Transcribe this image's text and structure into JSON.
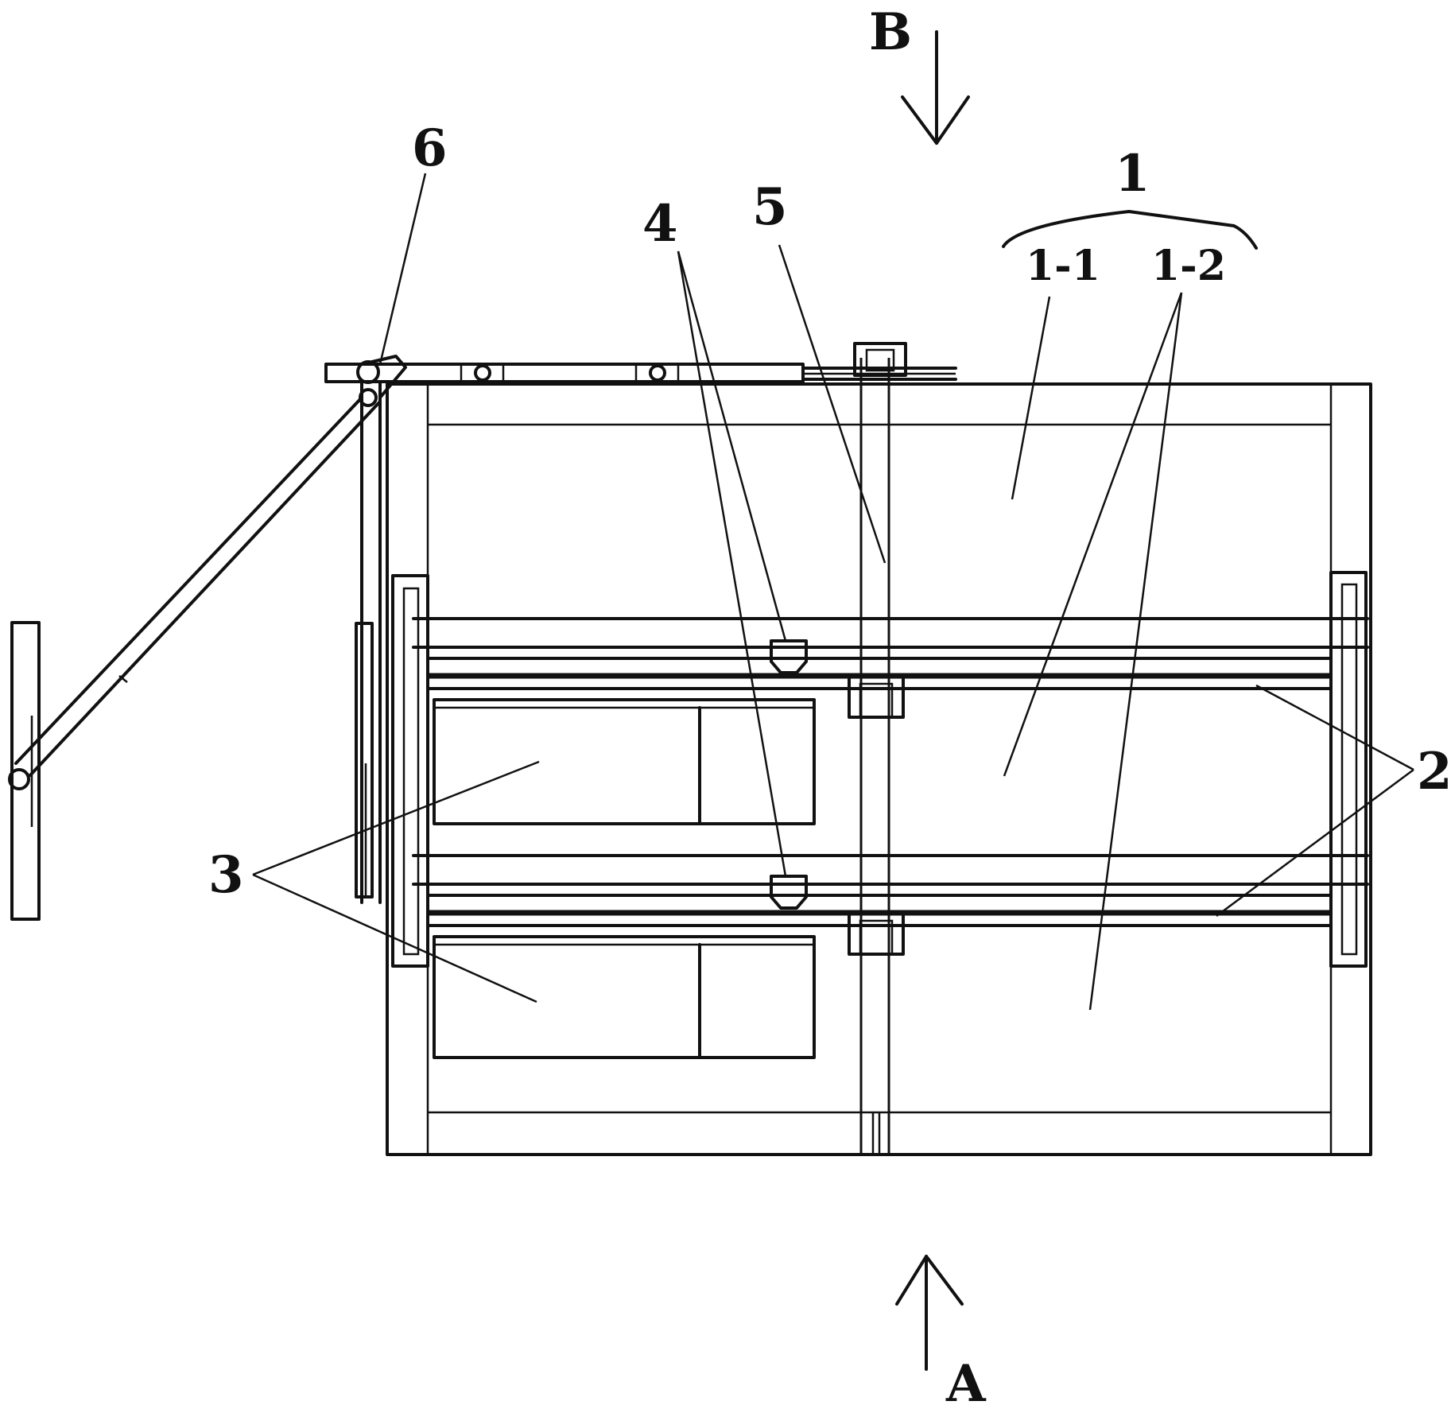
{
  "labels": {
    "a": "A",
    "b": "B",
    "n1": "1",
    "n1_1": "1-1",
    "n1_2": "1-2",
    "n2": "2",
    "n3": "3",
    "n4": "4",
    "n5": "5",
    "n6": "6"
  },
  "colors": {
    "line": "#111111",
    "background": "#ffffff"
  }
}
